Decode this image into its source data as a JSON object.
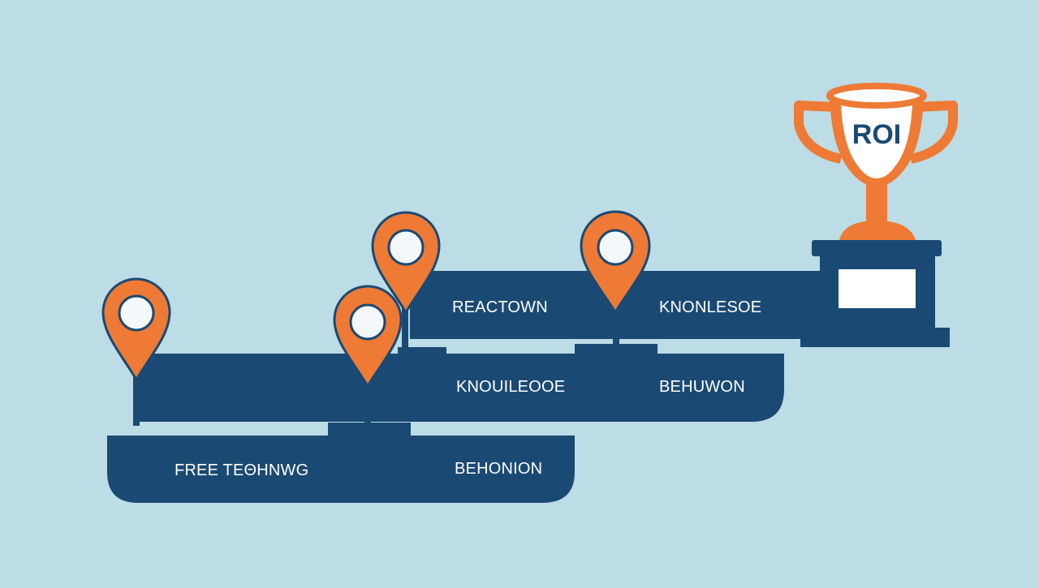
{
  "colors": {
    "background": "#bcdce6",
    "bar": "#1a4a73",
    "pin": "#ee7a35",
    "pin_outline": "#1a4a73",
    "pin_inner": "#f4f8fb",
    "trophy": "#ee7a35",
    "cup_inner": "#ffffff",
    "base": "#1a4a73",
    "plaque": "#ffffff",
    "label_text": "#ffffff"
  },
  "steps": {
    "bottom": {
      "label_left": "FREE TEΘHNWG",
      "label_right": "BEHONION"
    },
    "middle": {
      "label_left": "KNOUILEOOE",
      "label_right": "BEHUWON"
    },
    "top": {
      "label_left": "REACTOWN",
      "label_right": "KNONLESOE"
    }
  },
  "trophy": {
    "label": "ROI",
    "icon": "trophy-icon"
  },
  "pins": [
    {
      "icon": "map-pin-icon"
    },
    {
      "icon": "map-pin-icon"
    },
    {
      "icon": "map-pin-icon"
    },
    {
      "icon": "map-pin-icon"
    }
  ]
}
